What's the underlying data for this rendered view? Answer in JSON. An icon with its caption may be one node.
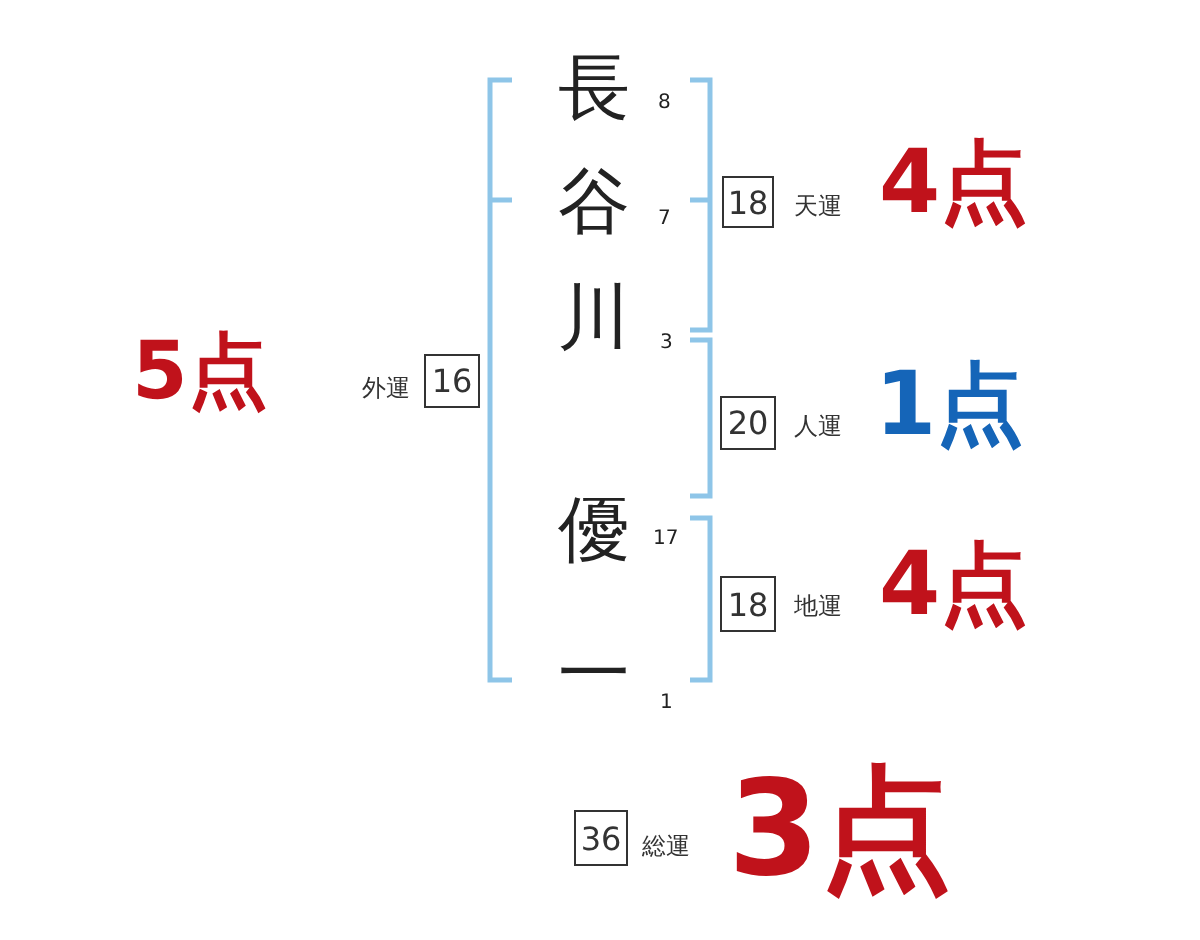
{
  "diagram": {
    "nodes": [
      {
        "text": [
          "18"
        ],
        "beside": [
          "天運",
          "4点"
        ]
      },
      {
        "text": [
          "16"
        ],
        "beside": [
          "5点",
          "外運"
        ]
      },
      {
        "text": [
          "20"
        ],
        "beside": [
          "人運",
          "1点"
        ]
      },
      {
        "text": [
          "18"
        ],
        "beside": [
          "地運",
          "4点"
        ]
      },
      {
        "text": [
          "36"
        ],
        "beside": [
          "総運",
          "3点"
        ]
      }
    ],
    "labels": [
      "長",
      "8",
      "谷",
      "7",
      "川",
      "3",
      "優",
      "17",
      "一",
      "1"
    ]
  }
}
